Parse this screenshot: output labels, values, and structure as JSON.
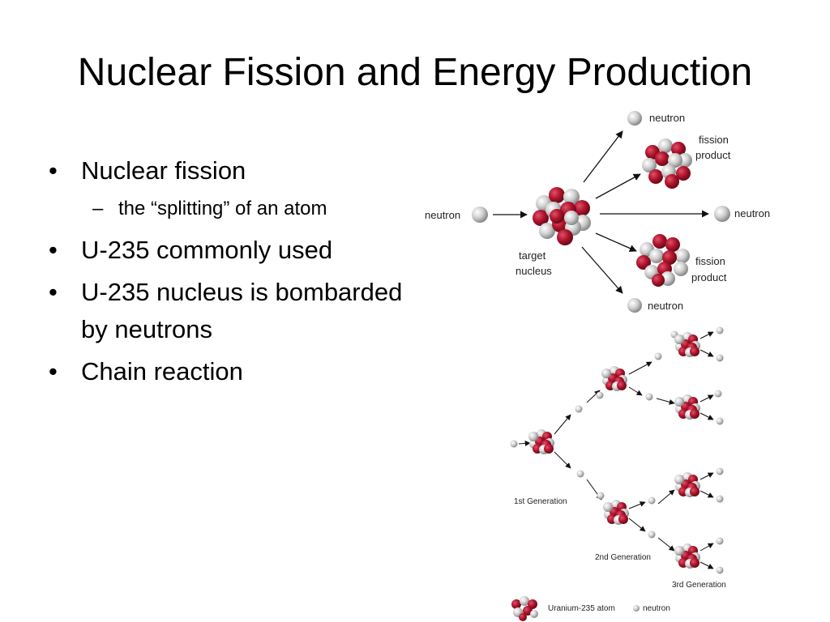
{
  "slide": {
    "title": "Nuclear Fission and Energy Production",
    "bullets": [
      {
        "text": "Nuclear fission",
        "sub": "the “splitting” of an atom"
      },
      {
        "text": "U-235 commonly used"
      },
      {
        "text": "U-235 nucleus is bombarded by neutrons"
      },
      {
        "text": "Chain reaction"
      }
    ],
    "bullet_glyph": "•",
    "dash_glyph": "–"
  },
  "fission_diagram": {
    "neutron_in": "neutron",
    "target_line1": "target",
    "target_line2": "nucleus",
    "neutron_top": "neutron",
    "neutron_right": "neutron",
    "neutron_bottom": "neutron",
    "product_top_line1": "fission",
    "product_top_line2": "product",
    "product_bottom_line1": "fission",
    "product_bottom_line2": "product"
  },
  "chain_diagram": {
    "gen1": "1st Generation",
    "gen2": "2nd Generation",
    "gen3": "3rd Generation",
    "legend_atom": "Uranium-235 atom",
    "legend_neutron": "neutron"
  },
  "colors": {
    "proton": "#b0142c",
    "neutron_ball": "#d9d9d9",
    "arrow": "#111111"
  }
}
